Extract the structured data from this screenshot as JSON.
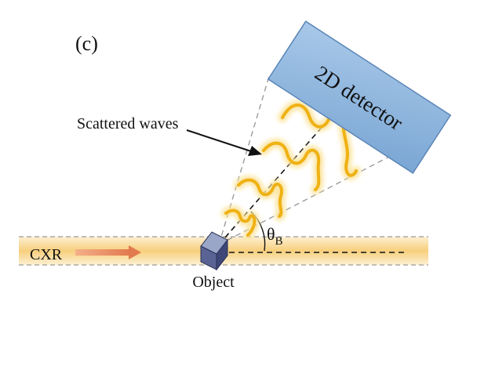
{
  "panel_label": "(c)",
  "detector_label": "2D detector",
  "scattered_label": "Scattered waves",
  "beam_label": "CXR",
  "object_label": "Object",
  "angle_label": {
    "symbol": "θ",
    "subscript": "B"
  },
  "colors": {
    "beam_fill": "#fbe3ad",
    "beam_core": "#f6c86c",
    "arrow": "#e8805a",
    "detector_fill": "#8fb6dd",
    "detector_stroke": "#5b86b8",
    "wave": "#f0b418",
    "wave_glow": "#fbe7a6",
    "cube_top": "#9aa6c8",
    "cube_left": "#5a6494",
    "cube_right": "#3e4778",
    "cone_line": "#9a9a9a"
  }
}
